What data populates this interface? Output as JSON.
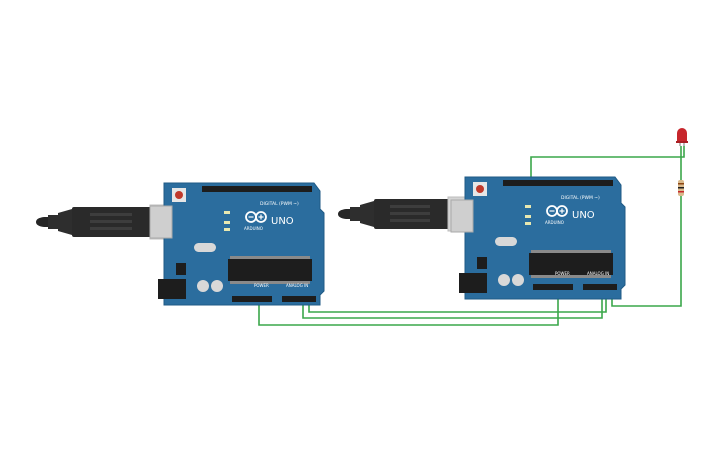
{
  "colors": {
    "board": "#2b6d9e",
    "board_edge": "#1f5a85",
    "header": "#1d1d1d",
    "wire": "#3aa74a",
    "usb_metal": "#d4d4d4",
    "usb_body": "#2a2a2a",
    "led": "#c7262c",
    "resistor": "#d9b98c",
    "background": "#ffffff"
  },
  "boards": [
    {
      "model_label": "UNO",
      "brand_label": "ARDUINO",
      "digital_label": "DIGITAL (PWM ~)",
      "power_label": "POWER",
      "analog_label": "ANALOG IN",
      "icon": "arduino-infinity-icon"
    },
    {
      "model_label": "UNO",
      "brand_label": "ARDUINO",
      "digital_label": "DIGITAL (PWM ~)",
      "power_label": "POWER",
      "analog_label": "ANALOG IN",
      "icon": "arduino-infinity-icon"
    }
  ],
  "components": {
    "led": {
      "icon": "led-icon"
    },
    "resistor": {
      "icon": "resistor-icon"
    },
    "usb_cables": [
      "usb-cable-icon",
      "usb-cable-icon"
    ]
  }
}
